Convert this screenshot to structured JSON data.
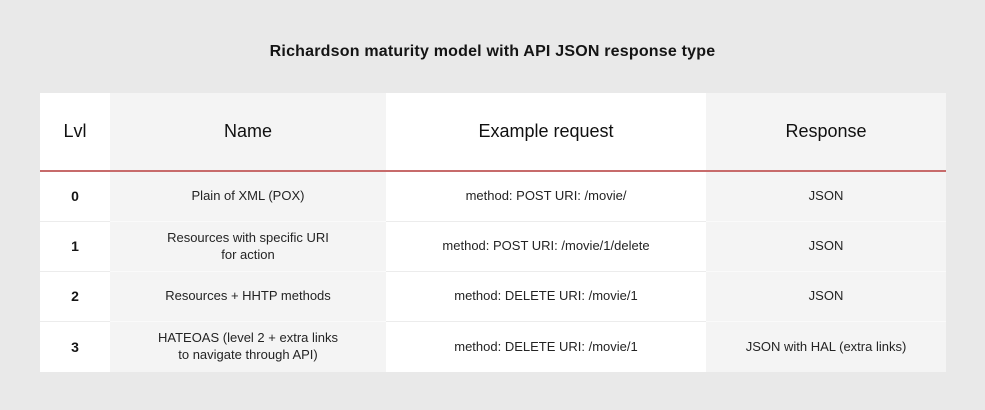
{
  "title": "Richardson maturity model with API JSON response type",
  "colors": {
    "page_background": "#e9e9e9",
    "cell_white": "#ffffff",
    "cell_gray": "#f4f4f4",
    "header_rule_red": "#c76b6b",
    "text": "#141414"
  },
  "table": {
    "headers": [
      "Lvl",
      "Name",
      "Example request",
      "Response"
    ],
    "rows": [
      {
        "lvl": "0",
        "name": "Plain of XML (POX)",
        "request": "method: POST URI: /movie/",
        "response": "JSON"
      },
      {
        "lvl": "1",
        "name": "Resources with specific URI\nfor action",
        "request": "method: POST URI: /movie/1/delete",
        "response": "JSON"
      },
      {
        "lvl": "2",
        "name": "Resources + HHTP methods",
        "request": "method: DELETE URI: /movie/1",
        "response": "JSON"
      },
      {
        "lvl": "3",
        "name": "HATEOAS (level 2 + extra links\nto navigate through API)",
        "request": "method: DELETE URI: /movie/1",
        "response": "JSON with HAL (extra links)"
      }
    ]
  },
  "chart_data": {
    "type": "table",
    "title": "Richardson maturity model with API JSON response type",
    "columns": [
      "Lvl",
      "Name",
      "Example request",
      "Response"
    ],
    "rows": [
      [
        "0",
        "Plain of XML (POX)",
        "method: POST URI: /movie/",
        "JSON"
      ],
      [
        "1",
        "Resources with specific URI for action",
        "method: POST URI: /movie/1/delete",
        "JSON"
      ],
      [
        "2",
        "Resources + HHTP methods",
        "method: DELETE URI: /movie/1",
        "JSON"
      ],
      [
        "3",
        "HATEOAS (level 2 + extra links to navigate through API)",
        "method: DELETE URI: /movie/1",
        "JSON with HAL (extra links)"
      ]
    ],
    "layout": {
      "title_position": "top-center",
      "column_backgrounds": [
        "white",
        "gray",
        "white",
        "gray"
      ],
      "header_separator": "red-rule"
    }
  }
}
